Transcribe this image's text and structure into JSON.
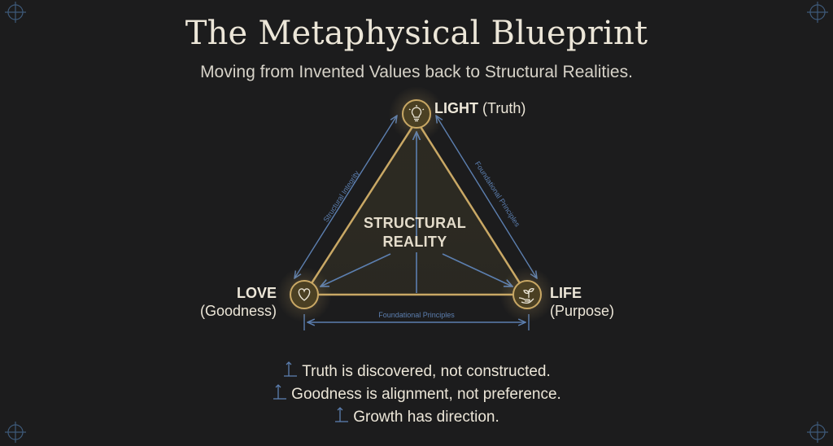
{
  "title": "The Metaphysical Blueprint",
  "subtitle": "Moving from Invented Values back to Structural Realities.",
  "center": {
    "line1": "STRUCTURAL",
    "line2": "REALITY"
  },
  "nodes": {
    "light": {
      "name": "LIGHT",
      "qualifier": "(Truth)",
      "icon": "lightbulb-icon"
    },
    "love": {
      "name": "LOVE",
      "qualifier": "(Goodness)",
      "icon": "heart-icon"
    },
    "life": {
      "name": "LIFE",
      "qualifier": "(Purpose)",
      "icon": "sprout-in-hand-icon"
    }
  },
  "edge_labels": {
    "left": "Structural Integrity",
    "right": "Foundational Principles",
    "bottom": "Foundational Principles"
  },
  "principles": [
    "Truth is discovered, not constructed.",
    "Goodness is alignment, not preference.",
    "Growth has direction."
  ],
  "colors": {
    "background": "#1c1c1d",
    "gold": "#c9a865",
    "blue": "#5c7fb0",
    "text": "#ece6d8"
  }
}
